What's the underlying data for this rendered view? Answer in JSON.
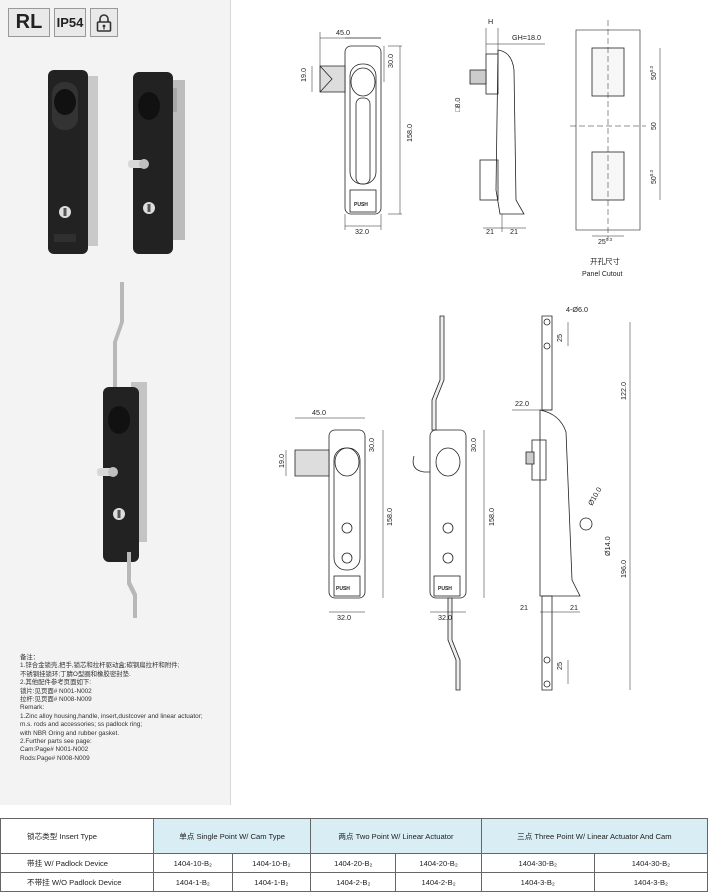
{
  "badges": {
    "rl": "RL",
    "ip": "IP54",
    "icon": "padlock-icon"
  },
  "top_drawing": {
    "dim_width": "45.0",
    "dim_19": "19.0",
    "dim_30": "30.0",
    "dim_158": "158.0",
    "dim_32": "32.0",
    "dim_h": "H",
    "dim_gh": "GH=18.0",
    "dim_sq8": "□8.0",
    "dim_21a": "21",
    "dim_21b": "21",
    "push": "PUSH"
  },
  "cutout": {
    "dim_50a": "50",
    "dim_50_tol_a": "0.3",
    "dim_50b": "50",
    "dim_50c": "50",
    "dim_50_tol_c": "0.3",
    "dim_25": "25",
    "dim_25_tol": "0.3",
    "label_cn": "开孔尺寸",
    "label_en": "Panel Cutout"
  },
  "bottom_drawing": {
    "dim_holes": "4-Ø6.0",
    "dim_25_top": "25",
    "dim_122": "122.0",
    "dim_22": "22.0",
    "dim_10": "Ø10.0",
    "dim_14": "Ø14.0",
    "dim_196": "196.0",
    "dim_21a": "21",
    "dim_21b": "21",
    "dim_25_bot": "25",
    "dim_45": "45.0",
    "dim_19": "19.0",
    "dim_30a": "30.0",
    "dim_30b": "30.0",
    "dim_158a": "158.0",
    "dim_158b": "158.0",
    "dim_32a": "32.0",
    "dim_32b": "32.0",
    "push": "PUSH"
  },
  "notes": [
    "备注：",
    "1.锌合金锁壳,把手,锁芯和拉杆驱动盒;碳钢扁拉杆和附件;",
    "不锈钢挂锁环;丁腈O型圈和橡胶密封垫.",
    "2.其他配件参考页面如下:",
    "锁片:见页面# N001-N002",
    "拉杆:见页面# N008-N009",
    "Remark:",
    "1.Zinc alloy housing,handle, insert,dustcover and linear actuator;",
    "m.s. rods and accessories; ss padlock ring;",
    "with NBR Oring and rubber gasket.",
    "2.Further parts see page:",
    "Cam:Page# N001-N002",
    "Rods:Page# N008-N009"
  ],
  "table": {
    "header": [
      "锁芯类型 Insert Type",
      "单点 Single Point W/ Cam Type",
      "两点 Two Point W/ Linear Actuator",
      "三点 Three Point W/ Linear Actuator And Cam"
    ],
    "rows": [
      {
        "label": "带挂 W/ Padlock Device",
        "cells": [
          "1404-10-B₂",
          "1404-10-B₂",
          "1404-20-B₂",
          "1404-20-B₂",
          "1404-30-B₂",
          "1404-30-B₂"
        ]
      },
      {
        "label": "不带挂 W/O Padlock Device",
        "cells": [
          "1404-1-B₂",
          "1404-1-B₂",
          "1404-2-B₂",
          "1404-2-B₂",
          "1404-3-B₂",
          "1404-3-B₂"
        ]
      }
    ]
  }
}
